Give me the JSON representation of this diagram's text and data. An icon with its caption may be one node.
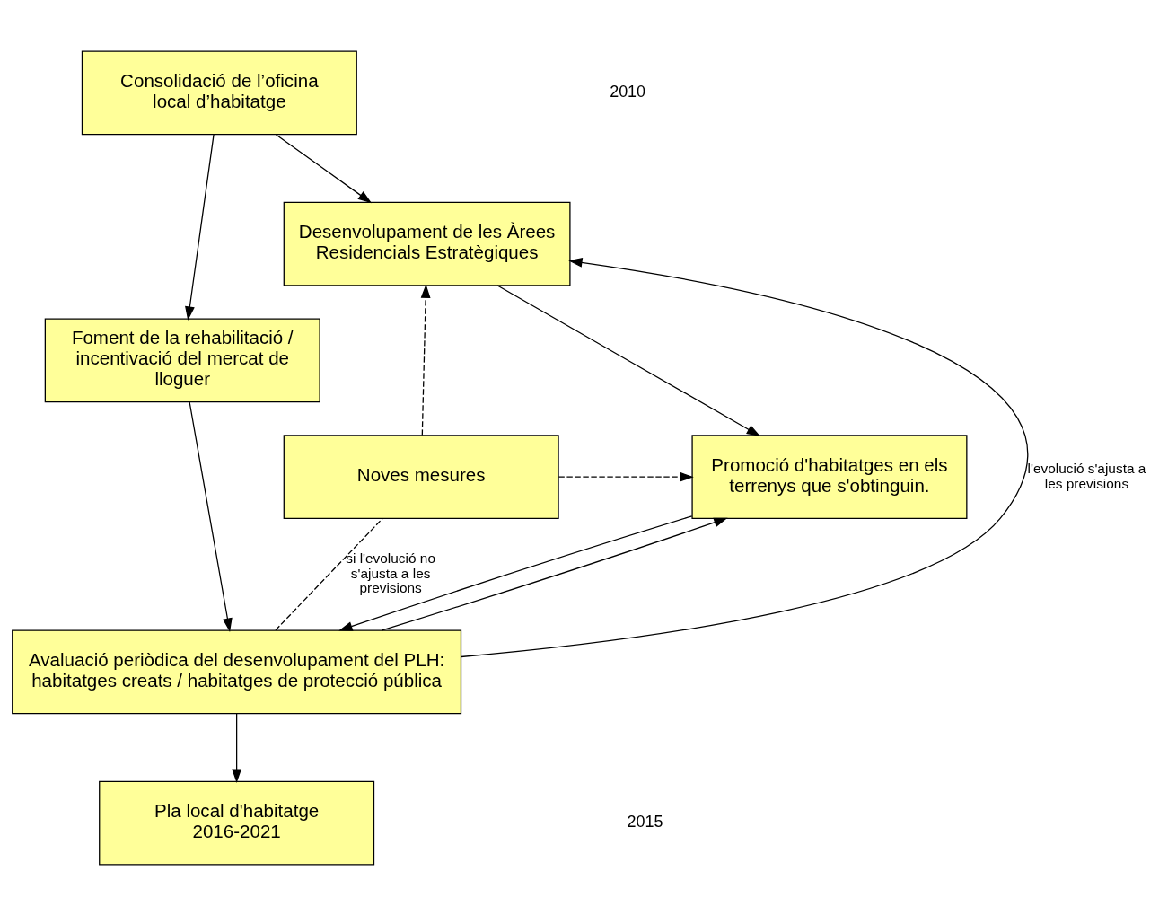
{
  "diagram": {
    "nodes": [
      {
        "text": [
          "Consolidació de l’oficina local d’habitatge"
        ]
      },
      {
        "text": [
          "Foment de la rehabilitació / incentivació del mercat de lloguer"
        ]
      },
      {
        "text": [
          "Desenvolupament de les Àrees Residencials Estratègiques"
        ]
      },
      {
        "text": [
          "Promoció d'habitatges en els terrenys que s'obtinguin."
        ]
      },
      {
        "text": [
          "Noves mesures"
        ]
      },
      {
        "text": [
          "Avaluació periòdica del desenvolupament del PLH: habitatges creats / habitatges de protecció pública"
        ]
      },
      {
        "text": [
          "Pla local d'habitatge 2016-2021"
        ]
      }
    ],
    "edges": [
      {
        "from": 0,
        "to": 1,
        "arrow": "to"
      },
      {
        "from": 0,
        "to": 2,
        "arrow": "to"
      },
      {
        "from": 2,
        "to": 3,
        "arrow": "to"
      },
      {
        "from": 1,
        "to": 5,
        "arrow": "to"
      },
      {
        "from": 3,
        "to": 5,
        "arrow": "to"
      },
      {
        "from": 5,
        "to": 2,
        "arrow": "to",
        "label": "l'evolució s'ajusta a les previsions"
      },
      {
        "from": 5,
        "to": 3,
        "arrow": "to"
      },
      {
        "from": 5,
        "to": 4,
        "arrow": "none",
        "style": "dashed",
        "label": "si l'evolució no s'ajusta a les previsions"
      },
      {
        "from": 4,
        "to": 2,
        "arrow": "to",
        "style": "dashed"
      },
      {
        "from": 4,
        "to": 3,
        "arrow": "to",
        "style": "dashed"
      },
      {
        "from": 5,
        "to": 6,
        "arrow": "to"
      }
    ],
    "labels": [
      "2010",
      "2015"
    ]
  }
}
